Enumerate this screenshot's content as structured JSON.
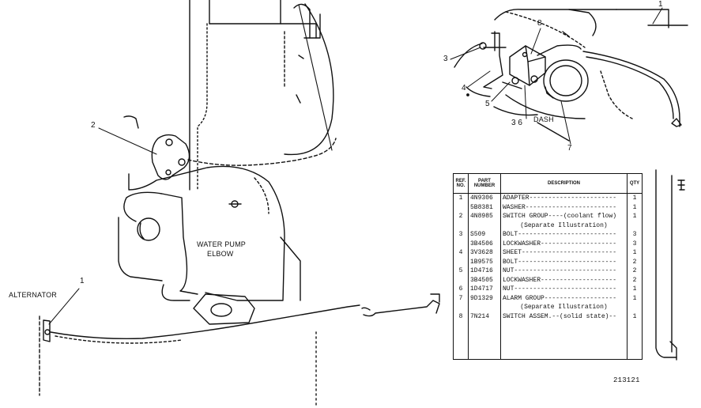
{
  "diagram": {
    "labels": {
      "water_pump_elbow_line1": "WATER PUMP",
      "water_pump_elbow_line2": "ELBOW",
      "alternator": "ALTERNATOR",
      "dash": "DASH",
      "drawing_number": "213121"
    },
    "callouts": {
      "c1_top": "1",
      "c1_alt": "1",
      "c2": "2",
      "c3": "3",
      "c4": "4",
      "c5": "5",
      "c36": "3 6",
      "c7": "7",
      "c8": "8"
    }
  },
  "parts_table": {
    "headers": {
      "ref": "REF. NO.",
      "part": "PART NUMBER",
      "desc": "DESCRIPTION",
      "qty": "QTY"
    },
    "rows": [
      {
        "ref": "1",
        "part": "4N9306",
        "desc": "ADAPTER-----------------------",
        "qty": "1"
      },
      {
        "ref": "",
        "part": "5B8381",
        "desc": "WASHER------------------------",
        "qty": "1"
      },
      {
        "ref": "2",
        "part": "4N8985",
        "desc": "SWITCH GROUP----(coolant flow)",
        "qty": "1"
      },
      {
        "ref": "",
        "part": "",
        "desc": "(Separate Illustration)",
        "qty": "",
        "note": true
      },
      {
        "ref": "3",
        "part": "S509",
        "desc": "BOLT--------------------------",
        "qty": "3"
      },
      {
        "ref": "",
        "part": "3B4506",
        "desc": "LOCKWASHER--------------------",
        "qty": "3"
      },
      {
        "ref": "4",
        "part": "3V3628",
        "desc": "SHEET-------------------------",
        "qty": "1"
      },
      {
        "ref": "",
        "part": "1B9575",
        "desc": "BOLT--------------------------",
        "qty": "2"
      },
      {
        "ref": "5",
        "part": "1D4716",
        "desc": "NUT---------------------------",
        "qty": "2"
      },
      {
        "ref": "",
        "part": "3B4505",
        "desc": "LOCKWASHER--------------------",
        "qty": "2"
      },
      {
        "ref": "6",
        "part": "1D4717",
        "desc": "NUT---------------------------",
        "qty": "1"
      },
      {
        "ref": "7",
        "part": "9D1329",
        "desc": "ALARM GROUP-------------------",
        "qty": "1"
      },
      {
        "ref": "",
        "part": "",
        "desc": "(Separate Illustration)",
        "qty": "",
        "note": true
      },
      {
        "ref": "8",
        "part": "7N214",
        "desc": "SWITCH ASSEM.--(solid state)--",
        "qty": "1"
      }
    ]
  }
}
